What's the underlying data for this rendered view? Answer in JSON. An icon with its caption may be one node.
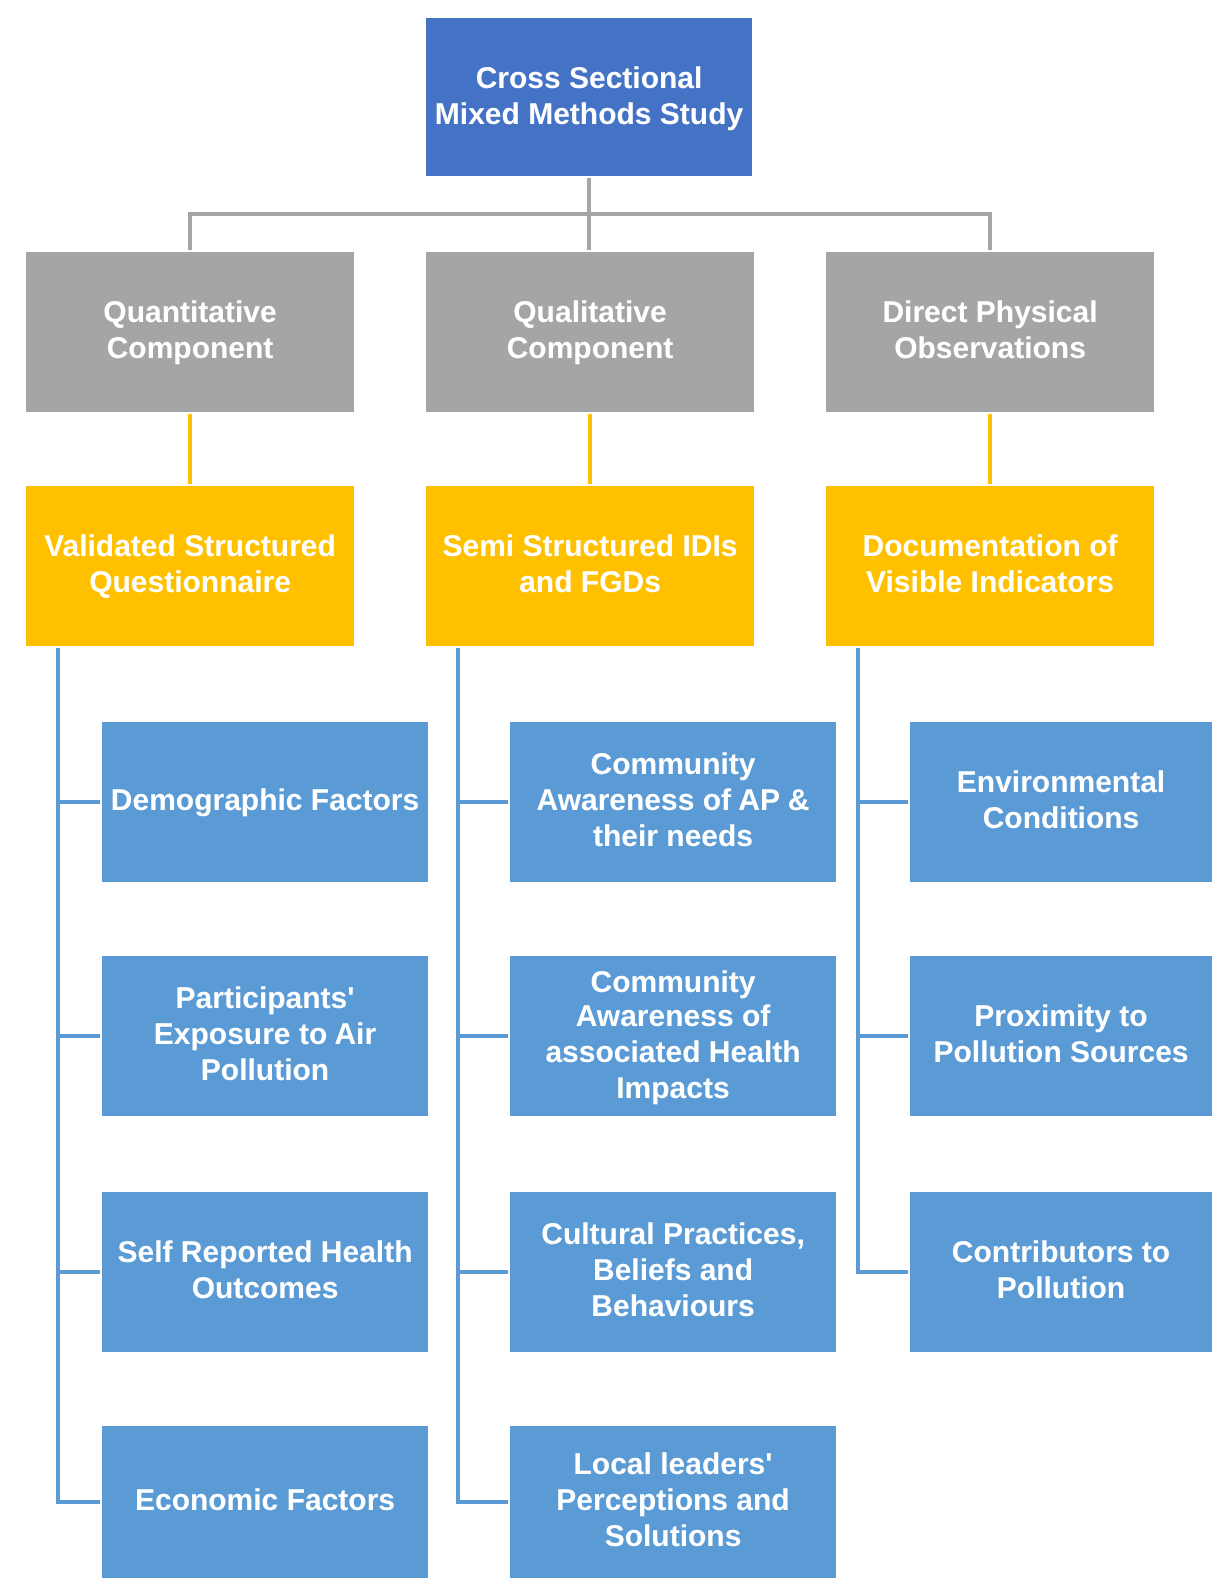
{
  "diagram": {
    "nodes": [
      {
        "text": [
          "Cross Sectional Mixed Methods Study"
        ]
      },
      {
        "text": [
          "Quantitative Component"
        ]
      },
      {
        "text": [
          "Qualitative Component"
        ]
      },
      {
        "text": [
          "Direct Physical Observations"
        ]
      },
      {
        "text": [
          "Validated Structured Questionnaire"
        ]
      },
      {
        "text": [
          "Semi Structured IDIs and FGDs"
        ]
      },
      {
        "text": [
          "Documentation of Visible Indicators"
        ]
      },
      {
        "text": [
          "Demographic Factors"
        ]
      },
      {
        "text": [
          "Participants' Exposure to Air Pollution"
        ]
      },
      {
        "text": [
          "Self Reported Health Outcomes"
        ]
      },
      {
        "text": [
          "Economic Factors"
        ]
      },
      {
        "text": [
          "Community Awareness of AP & their needs"
        ]
      },
      {
        "text": [
          "Community Awareness of associated Health Impacts"
        ]
      },
      {
        "text": [
          "Cultural Practices, Beliefs and Behaviours"
        ]
      },
      {
        "text": [
          "Local leaders' Perceptions and Solutions"
        ]
      },
      {
        "text": [
          "Environmental Conditions"
        ]
      },
      {
        "text": [
          "Proximity to Pollution Sources"
        ]
      },
      {
        "text": [
          "Contributors to Pollution"
        ]
      }
    ],
    "edges": [
      {
        "from": 0,
        "to": 1,
        "arrow": "none",
        "color": "#a5a5a5"
      },
      {
        "from": 0,
        "to": 2,
        "arrow": "none",
        "color": "#a5a5a5"
      },
      {
        "from": 0,
        "to": 3,
        "arrow": "none",
        "color": "#a5a5a5"
      },
      {
        "from": 1,
        "to": 4,
        "arrow": "none",
        "color": "#ffc000"
      },
      {
        "from": 2,
        "to": 5,
        "arrow": "none",
        "color": "#ffc000"
      },
      {
        "from": 3,
        "to": 6,
        "arrow": "none",
        "color": "#ffc000"
      },
      {
        "from": 4,
        "to": 7,
        "arrow": "none"
      },
      {
        "from": 4,
        "to": 8,
        "arrow": "none"
      },
      {
        "from": 4,
        "to": 9,
        "arrow": "none"
      },
      {
        "from": 4,
        "to": 10,
        "arrow": "none"
      },
      {
        "from": 5,
        "to": 11,
        "arrow": "none"
      },
      {
        "from": 5,
        "to": 12,
        "arrow": "none"
      },
      {
        "from": 5,
        "to": 13,
        "arrow": "none"
      },
      {
        "from": 5,
        "to": 14,
        "arrow": "none"
      },
      {
        "from": 6,
        "to": 15,
        "arrow": "none"
      },
      {
        "from": 6,
        "to": 16,
        "arrow": "none"
      },
      {
        "from": 6,
        "to": 17,
        "arrow": "none"
      }
    ]
  }
}
